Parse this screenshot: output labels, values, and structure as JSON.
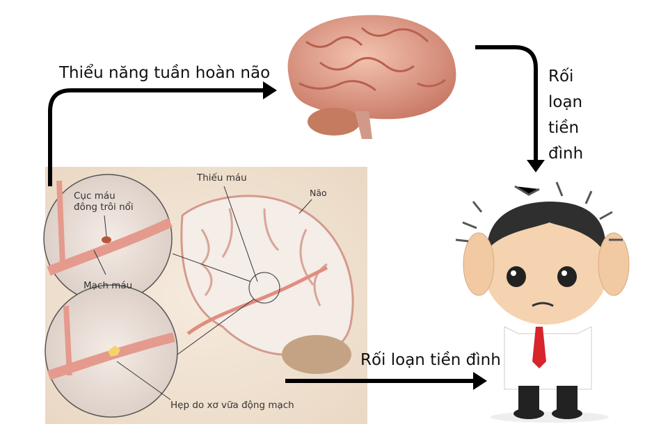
{
  "labels": {
    "top_arrow": "Thiểu năng tuần hoàn não",
    "right_arrow_lines": [
      "Rối",
      "loạn",
      "tiền",
      "đình"
    ],
    "bottom_arrow": "Rối loạn tiền đình"
  },
  "illustration": {
    "clot": "Cục máu\nđông trôi nổi",
    "clot_lines": [
      "Cục máu",
      "đông trôi nổi"
    ],
    "vessel": "Mạch máu",
    "ischemia": "Thiếu máu",
    "brain": "Não",
    "stenosis": "Hẹp do xơ vữa động mạch"
  },
  "colors": {
    "arrow": "#000000",
    "panel": "#f1e3d3",
    "brain": "#e9a58f",
    "artery": "#e59a8e",
    "tie": "#d8242b"
  }
}
